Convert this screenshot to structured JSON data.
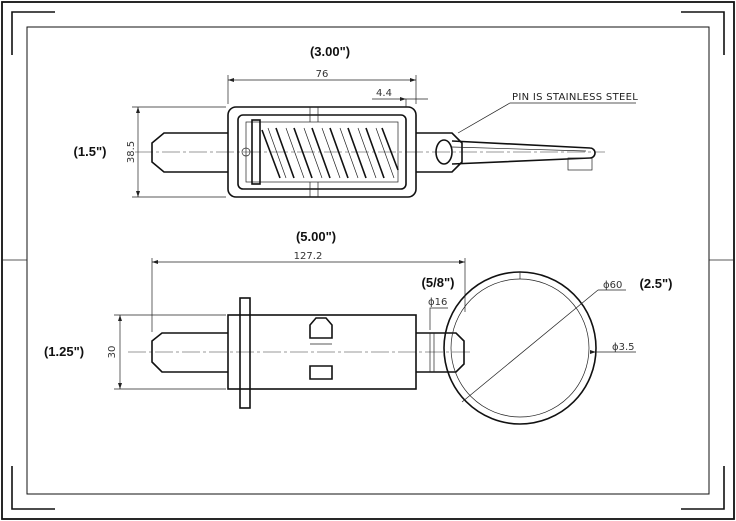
{
  "top_view": {
    "overall_width_in": "(3.00\")",
    "width_mm": "76",
    "gap_mm": "4.4",
    "height_in": "(1.5\")",
    "height_mm": "38.5",
    "note": "PIN IS STAINLESS STEEL"
  },
  "side_view": {
    "overall_length_in": "(5.00\")",
    "length_mm": "127.2",
    "pin_dia_in": "(5/8\")",
    "pin_dia_mm": "ϕ16",
    "ring_dia_mm": "ϕ60",
    "ring_dia_in": "(2.5\")",
    "wire_dia_mm": "ϕ3.5",
    "height_in": "(1.25\")",
    "height_mm": "30"
  }
}
